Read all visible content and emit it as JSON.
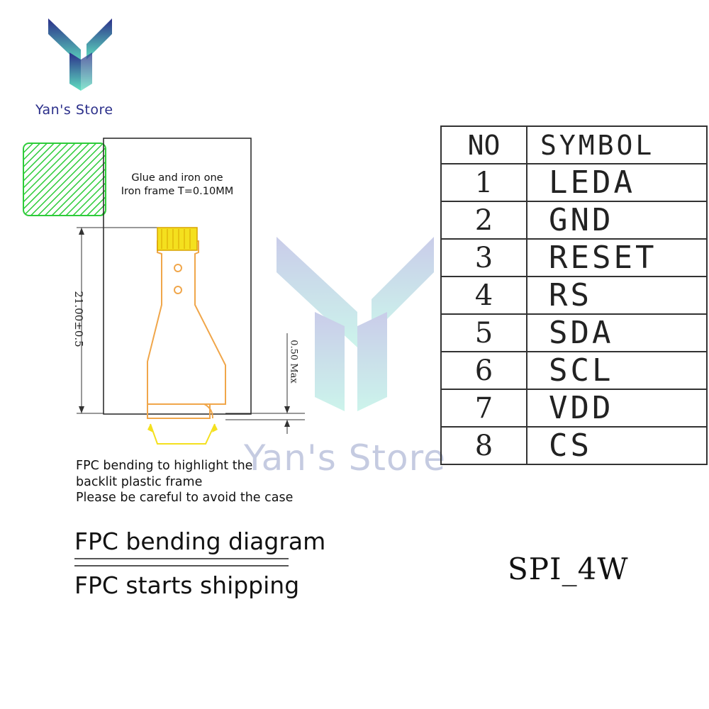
{
  "brand": {
    "name": "Yan's Store",
    "colors": {
      "top": "#2b2f8a",
      "bottom": "#5fe0c0"
    }
  },
  "diagram": {
    "glue_note_line1": "Glue and iron one",
    "glue_note_line2": "Iron frame T=0.10MM",
    "dim_length": "21.00±0.5",
    "dim_max": "0.50 Max",
    "note_line1": "FPC bending to highlight the",
    "note_line2": "backlit plastic frame",
    "note_line3": "Please be careful to avoid the case",
    "title_bending": "FPC bending diagram",
    "title_shipping": "FPC starts shipping",
    "colors": {
      "fpc": "#f0a64a",
      "connector": "#f4e01e",
      "hatch": "#2ecc3a"
    }
  },
  "pin_table": {
    "headers": [
      "NO",
      "SYMBOL"
    ],
    "rows": [
      {
        "no": "1",
        "symbol": "LEDA"
      },
      {
        "no": "2",
        "symbol": "GND"
      },
      {
        "no": "3",
        "symbol": "RESET"
      },
      {
        "no": "4",
        "symbol": "RS"
      },
      {
        "no": "5",
        "symbol": "SDA"
      },
      {
        "no": "6",
        "symbol": "SCL"
      },
      {
        "no": "7",
        "symbol": "VDD"
      },
      {
        "no": "8",
        "symbol": "CS"
      }
    ]
  },
  "interface_label": "SPI_4W",
  "watermark": "Yan's Store"
}
